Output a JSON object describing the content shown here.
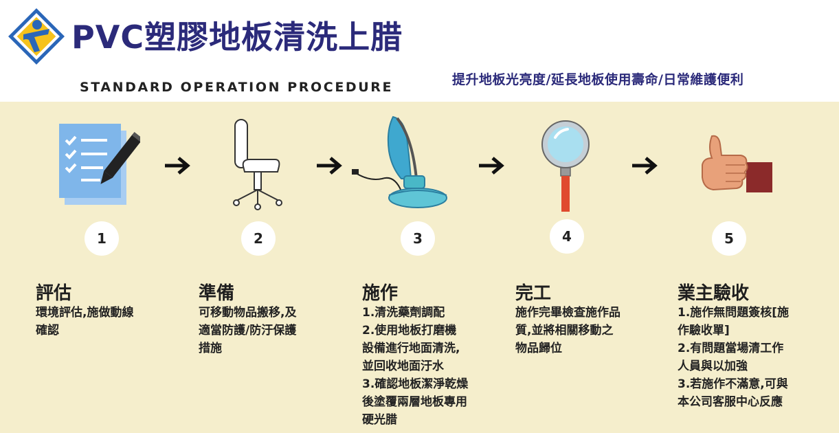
{
  "header": {
    "title": "PVC塑膠地板清洗上腊",
    "subtitle_en": "STANDARD OPERATION PROCEDURE",
    "subtitle_zh": "提升地板光亮度/延長地板使用壽命/日常維護便利"
  },
  "colors": {
    "title": "#2b2a7a",
    "panel_background": "#f5eecc",
    "number_circle": "#ffffff"
  },
  "steps": [
    {
      "number": "1",
      "icon": "checklist-pencil-icon",
      "title": "評估",
      "lines": [
        "環境評估,施做動線",
        "確認"
      ]
    },
    {
      "number": "2",
      "icon": "office-chair-icon",
      "title": "準備",
      "lines": [
        "可移動物品搬移,及",
        "適當防護/防汙保護",
        "措施"
      ]
    },
    {
      "number": "3",
      "icon": "floor-polisher-icon",
      "title": "施作",
      "lines": [
        "1.清洗藥劑調配",
        "2.使用地板打磨機",
        "設備進行地面清洗,",
        "並回收地面汙水",
        "3.確認地板潔淨乾燥",
        "後塗覆兩層地板專用",
        "硬光腊"
      ]
    },
    {
      "number": "4",
      "icon": "magnifying-glass-icon",
      "title": "完工",
      "lines": [
        "施作完畢檢查施作品",
        "質,並將相關移動之",
        "物品歸位"
      ]
    },
    {
      "number": "5",
      "icon": "thumbs-up-icon",
      "title": "業主驗收",
      "lines": [
        "1.施作無問題簽核[施",
        "作驗收單]",
        "2.有問題當場清工作",
        "人員與以加強",
        "3.若施作不滿意,可與",
        "本公司客服中心反應"
      ]
    }
  ]
}
